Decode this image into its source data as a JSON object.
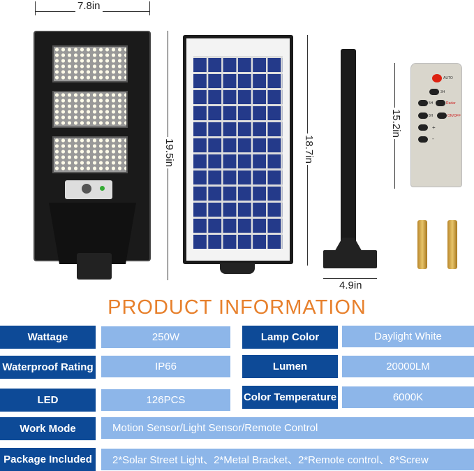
{
  "dimensions": {
    "width": "7.8in",
    "lamp_height": "19.5in",
    "panel_height": "18.7in",
    "remote_height": "15.2in",
    "bracket_width": "4.9in"
  },
  "remote": {
    "auto": "AUTO",
    "b1": "3H",
    "b2": "5H",
    "radar": "Radar",
    "b3": "8H",
    "onoff": "ON/OFF",
    "plus": "+",
    "minus": "-"
  },
  "title": "PRODUCT INFORMATION",
  "specs": [
    {
      "label": "Wattage",
      "value": "250W"
    },
    {
      "label": "Lamp Color",
      "value": "Daylight White"
    },
    {
      "label": "Waterproof Rating",
      "value": "IP66"
    },
    {
      "label": "Lumen",
      "value": "20000LM"
    },
    {
      "label": "LED",
      "value": "126PCS"
    },
    {
      "label": "Color Temperature",
      "value": "6000K"
    },
    {
      "label": "Work Mode",
      "value": "Motion Sensor/Light Sensor/Remote Control"
    },
    {
      "label": "Package Included",
      "value": "2*Solar Street Light、2*Metal Bracket、2*Remote control、8*Screw"
    }
  ],
  "colors": {
    "title": "#e7802c",
    "label_bg": "#0d4a97",
    "value_bg": "#8db6e9"
  }
}
